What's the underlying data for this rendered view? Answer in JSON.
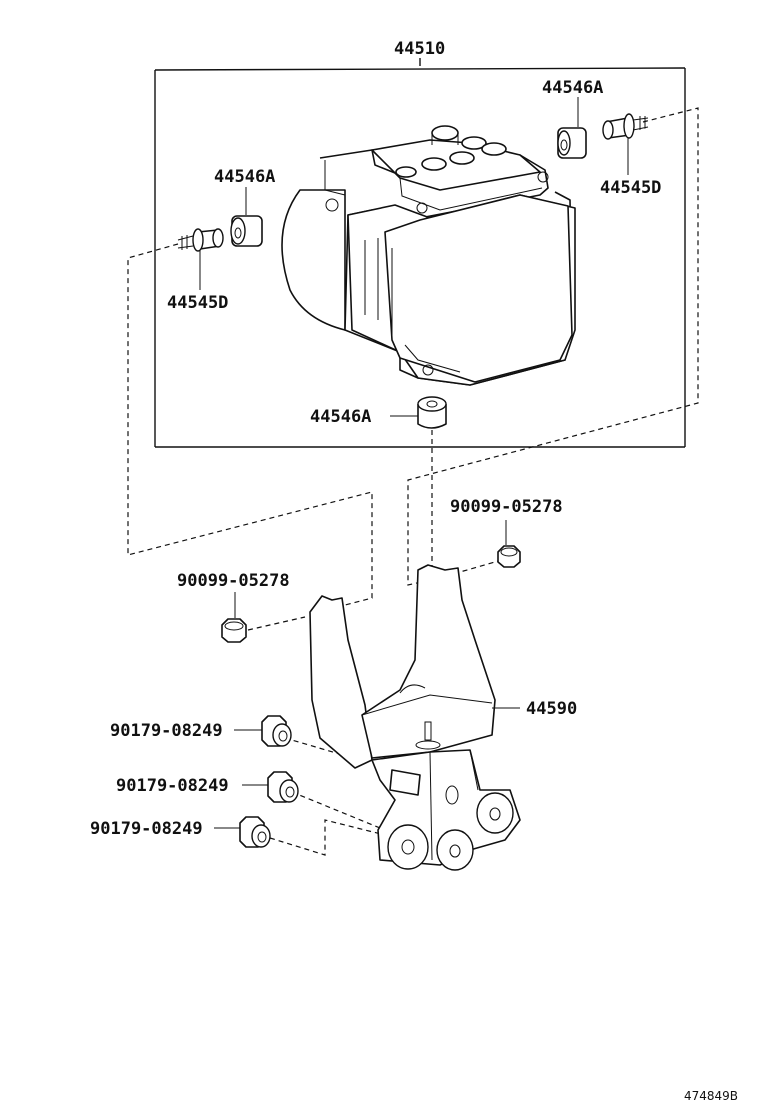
{
  "labels": {
    "assembly": "44510",
    "bushing_top_right": "44546A",
    "bolt_right": "44545D",
    "bushing_left": "44546A",
    "bolt_left": "44545D",
    "bushing_bottom": "44546A",
    "nut_right": "90099-05278",
    "nut_left": "90099-05278",
    "bracket": "44590",
    "bolt_1": "90179-08249",
    "bolt_2": "90179-08249",
    "bolt_3": "90179-08249",
    "ref_code": "474849B"
  }
}
